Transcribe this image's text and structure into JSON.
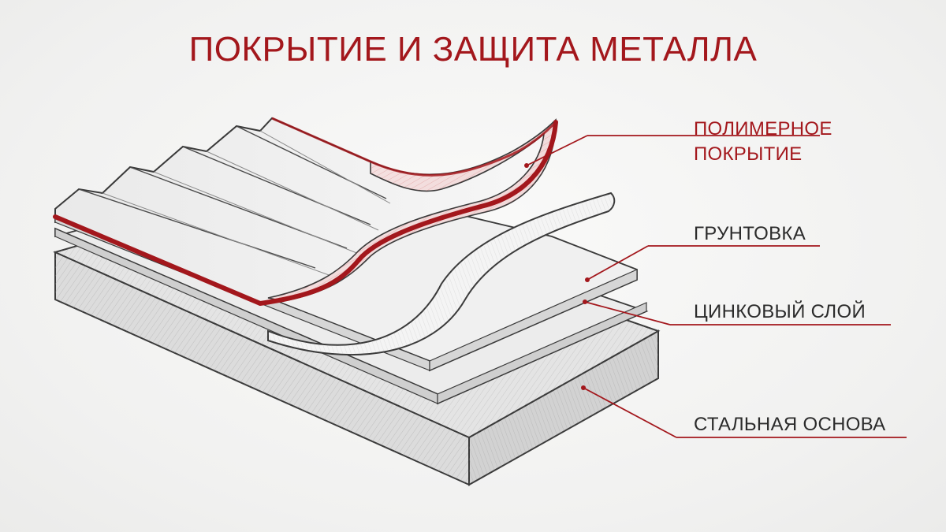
{
  "title": "ПОКРЫТИЕ И ЗАЩИТА МЕТАЛЛА",
  "labels": {
    "polymer": [
      "ПОЛИМЕРНОЕ",
      "ПОКРЫТИЕ"
    ],
    "primer": "ГРУНТОВКА",
    "zinc": "ЦИНКОВЫЙ СЛОЙ",
    "steel": "СТАЛЬНАЯ ОСНОВА"
  },
  "colors": {
    "accent": "#a3171c",
    "text": "#2b2b2b",
    "ink": "#3a3a3a"
  }
}
